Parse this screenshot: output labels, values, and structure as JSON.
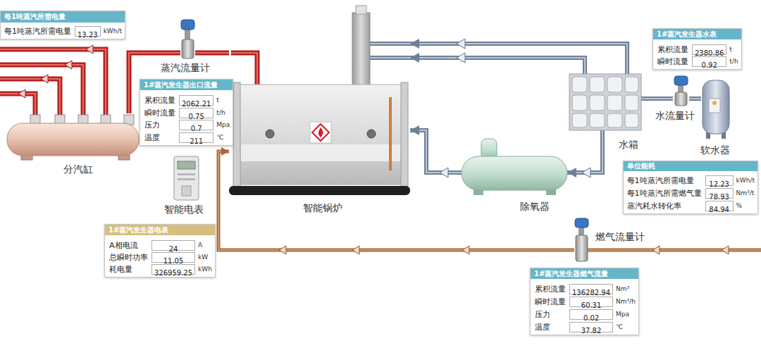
{
  "diagram": {
    "nodes": [
      {
        "text": [
          "每1吨蒸汽所需电量",
          "每1吨蒸汽所需电量",
          "kWh/t"
        ]
      },
      {
        "text": [
          "13.23"
        ],
        "in": 0
      },
      {
        "text": [
          "1#蒸汽发生器水表",
          "累积流量",
          "t",
          "瞬时流量",
          "t/h"
        ]
      },
      {
        "text": [
          "2380.86"
        ],
        "in": 2
      },
      {
        "text": [
          "0.92"
        ],
        "in": 2
      },
      {
        "text": [
          "蒸汽流量计"
        ]
      },
      {
        "text": [
          "1#蒸汽发生器出口流量",
          "累积流量",
          "t",
          "瞬时流量",
          "t/h",
          "压力",
          "Mpa",
          "温度",
          "℃"
        ]
      },
      {
        "text": [
          "2062.21"
        ],
        "in": 6
      },
      {
        "text": [
          "0.75"
        ],
        "in": 6
      },
      {
        "text": [
          "0.7"
        ],
        "in": 6
      },
      {
        "text": [
          "211"
        ],
        "in": 6
      },
      {
        "text": [
          "分汽缸"
        ]
      },
      {
        "text": [
          "水箱"
        ]
      },
      {
        "text": [
          "水流量计"
        ]
      },
      {
        "text": [
          "软水器"
        ]
      },
      {
        "text": [
          "智能锅炉"
        ]
      },
      {
        "text": [
          "单位能耗",
          "每1吨蒸汽所需电量",
          "kWh/t",
          "每1吨蒸汽所需燃气量",
          "Nm³/t",
          "蒸汽耗水转化率",
          "%"
        ]
      },
      {
        "text": [
          "12.23"
        ],
        "in": 16
      },
      {
        "text": [
          "78.93"
        ],
        "in": 16
      },
      {
        "text": [
          "84.94"
        ],
        "in": 16
      },
      {
        "text": [
          "智能电表"
        ]
      },
      {
        "text": [
          "除氧器"
        ]
      },
      {
        "text": [
          "1#蒸汽发生器电表",
          "A相电流",
          "A",
          "总瞬时功率",
          "kW",
          "耗电量",
          "kWh"
        ]
      },
      {
        "text": [
          "24"
        ],
        "in": 22
      },
      {
        "text": [
          "11.05"
        ],
        "in": 22
      },
      {
        "text": [
          "326959.25"
        ],
        "in": 22
      },
      {
        "text": [
          "燃气流量计"
        ]
      },
      {
        "text": [
          "1#蒸汽发生器燃气流量",
          "累积流量",
          "Nm³",
          "瞬时流量",
          "Nm³/h",
          "压力",
          "Mpa",
          "温度",
          "℃"
        ]
      },
      {
        "text": [
          "136282.94"
        ],
        "in": 27
      },
      {
        "text": [
          "60.31"
        ],
        "in": 27
      },
      {
        "text": [
          "0.02"
        ],
        "in": 27
      },
      {
        "text": [
          "37.82"
        ],
        "in": 27
      }
    ],
    "edges": [
      {
        "from": 15,
        "to": 5,
        "arrow": "none"
      },
      {
        "from": 5,
        "to": 11,
        "arrow": "none"
      },
      {
        "from": 14,
        "to": 13,
        "arrow": "none"
      },
      {
        "from": 13,
        "to": 12,
        "arrow": "none"
      },
      {
        "from": 12,
        "to": 15,
        "arrow": "to"
      },
      {
        "from": 12,
        "to": 15,
        "arrow": "to"
      },
      {
        "from": 12,
        "to": 21,
        "arrow": "to"
      },
      {
        "from": 21,
        "to": 15,
        "arrow": "to"
      },
      {
        "from": 26,
        "to": 15,
        "arrow": "to"
      }
    ]
  }
}
